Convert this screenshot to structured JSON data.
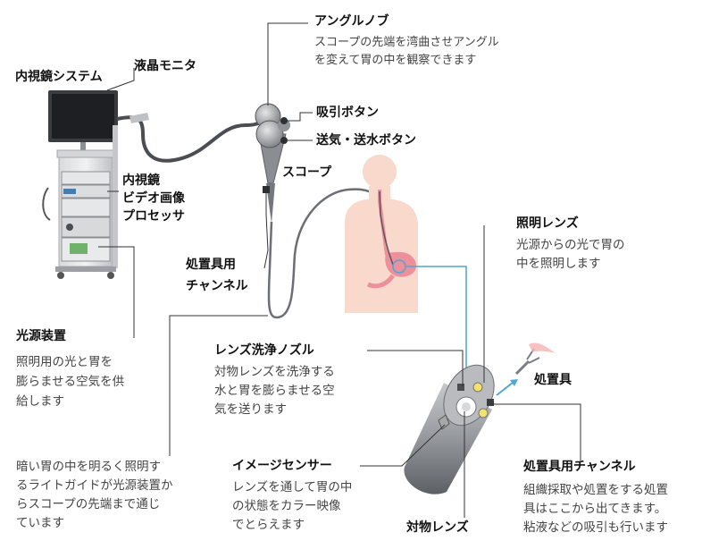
{
  "labels": {
    "system": "内視鏡システム",
    "monitor": "液晶モニタ",
    "processor": [
      "内視鏡",
      "ビデオ画像",
      "プロセッサ"
    ],
    "light_source": "光源装置",
    "light_source_desc": [
      "照明用の光と胃を",
      "膨らませる空気を供",
      "給します"
    ],
    "light_guide_desc": [
      "暗い胃の中を明るく照明す",
      "るライトガイドが光源装置か",
      "らスコープの先端まで通じ",
      "ています"
    ],
    "angle_knob": "アングルノブ",
    "angle_knob_desc": [
      "スコープの先端を湾曲させアングル",
      "を変えて胃の中を観察できます"
    ],
    "suction_button": "吸引ボタン",
    "air_water_button": "送気・送水ボタン",
    "scope": "スコープ",
    "channel": [
      "処置具用",
      "チャンネル"
    ],
    "lens_nozzle": "レンズ洗浄ノズル",
    "lens_nozzle_desc": [
      "対物レンズを洗浄する",
      "水と胃を膨らませる空",
      "気を送ります"
    ],
    "image_sensor": "イメージセンサー",
    "image_sensor_desc": [
      "レンズを通して胃の中",
      "の状態をカラー映像",
      "でとらえます"
    ],
    "objective_lens": "対物レンズ",
    "illumination_lens": "照明レンズ",
    "illumination_lens_desc": [
      "光源からの光で胃の",
      "中を照明します"
    ],
    "instrument": "処置具",
    "instrument_channel": "処置具用チャンネル",
    "instrument_channel_desc": [
      "組織採取や処置をする処置",
      "具はここから出てきます。",
      "粘液などの吸引も行います"
    ]
  },
  "colors": {
    "body": "#f9d9cc",
    "stomach": "#ee8f9c",
    "pointer": "#4da6d6",
    "scope_body": "#8a8d92"
  }
}
